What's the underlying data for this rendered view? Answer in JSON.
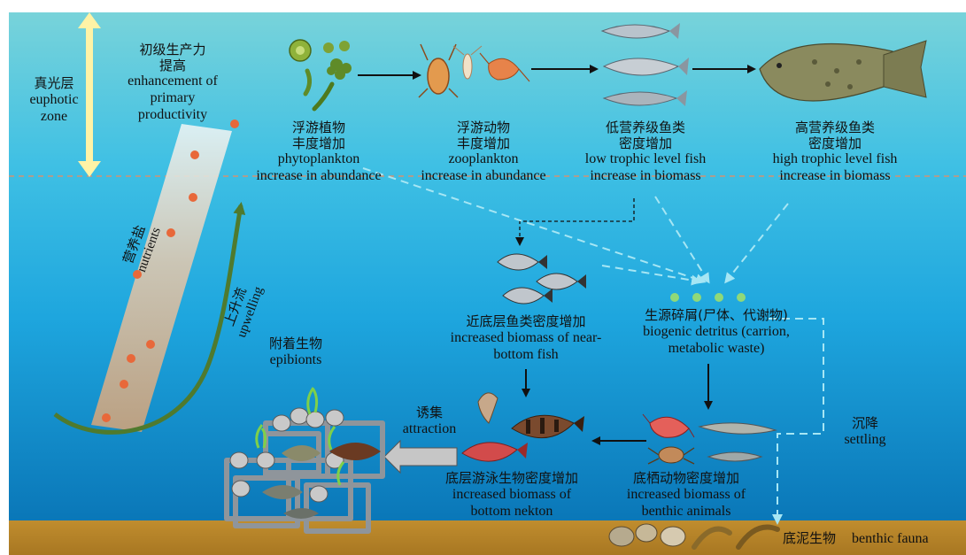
{
  "colors": {
    "sky_top": "#6fd0dc",
    "water_top": "#2fb7e6",
    "water_bottom": "#0b7fbe",
    "seabed": "#b8862b",
    "arrow_solid": "#111111",
    "arrow_dashed_light": "#9fe3f3",
    "upwelling": "#4f7a2e",
    "nutrient_dot": "#e8683a",
    "detritus_dot": "#90d978",
    "euphotic_arrow": "#fff3a6"
  },
  "zones": {
    "euphotic_cn": "真光层",
    "euphotic_en_1": "euphotic",
    "euphotic_en_2": "zone"
  },
  "primary": {
    "cn_1": "初级生产力",
    "cn_2": "提高",
    "en_1": "enhancement of",
    "en_2": "primary",
    "en_3": "productivity"
  },
  "nutrients": {
    "cn": "营养盐",
    "en": "nutrients"
  },
  "upwelling": {
    "cn": "上升流",
    "en": "upwelling"
  },
  "phytoplankton": {
    "cn_1": "浮游植物",
    "cn_2": "丰度增加",
    "en_1": "phytoplankton",
    "en_2": "increase in abundance"
  },
  "zooplankton": {
    "cn_1": "浮游动物",
    "cn_2": "丰度增加",
    "en_1": "zooplankton",
    "en_2": "increase in abundance"
  },
  "low_fish": {
    "cn_1": "低营养级鱼类",
    "cn_2": "密度增加",
    "en_1": "low trophic level fish",
    "en_2": "increase in biomass"
  },
  "high_fish": {
    "cn_1": "高营养级鱼类",
    "cn_2": "密度增加",
    "en_1": "high trophic level fish",
    "en_2": "increase in biomass"
  },
  "near_bottom": {
    "cn": "近底层鱼类密度增加",
    "en_1": "increased biomass of near-",
    "en_2": "bottom fish"
  },
  "detritus": {
    "cn": "生源碎屑(尸体、代谢物)",
    "en_1": "biogenic detritus (carrion,",
    "en_2": "metabolic waste)"
  },
  "epibionts": {
    "cn": "附着生物",
    "en": "epibionts"
  },
  "attraction": {
    "cn": "诱集",
    "en": "attraction"
  },
  "bottom_nekton": {
    "cn": "底层游泳生物密度增加",
    "en_1": "increased biomass of",
    "en_2": "bottom nekton"
  },
  "benthic": {
    "cn": "底栖动物密度增加",
    "en_1": "increased biomass of",
    "en_2": "benthic animals"
  },
  "settling": {
    "cn": "沉降",
    "en": "settling"
  },
  "benthic_fauna": {
    "cn": "底泥生物",
    "en": "benthic fauna"
  },
  "icons": {
    "phytoplankton": "diatom-cluster-icon",
    "zooplankton": "copepod-shrimp-icon",
    "low_fish": "small-fish-icon",
    "high_fish": "grouper-icon",
    "near_bottom": "near-bottom-fish-icon",
    "bottom_nekton": "rockfish-icon",
    "benthic": "shrimp-crab-icon",
    "reef": "artificial-reef-icon",
    "benthic_fauna": "clam-worm-icon"
  }
}
